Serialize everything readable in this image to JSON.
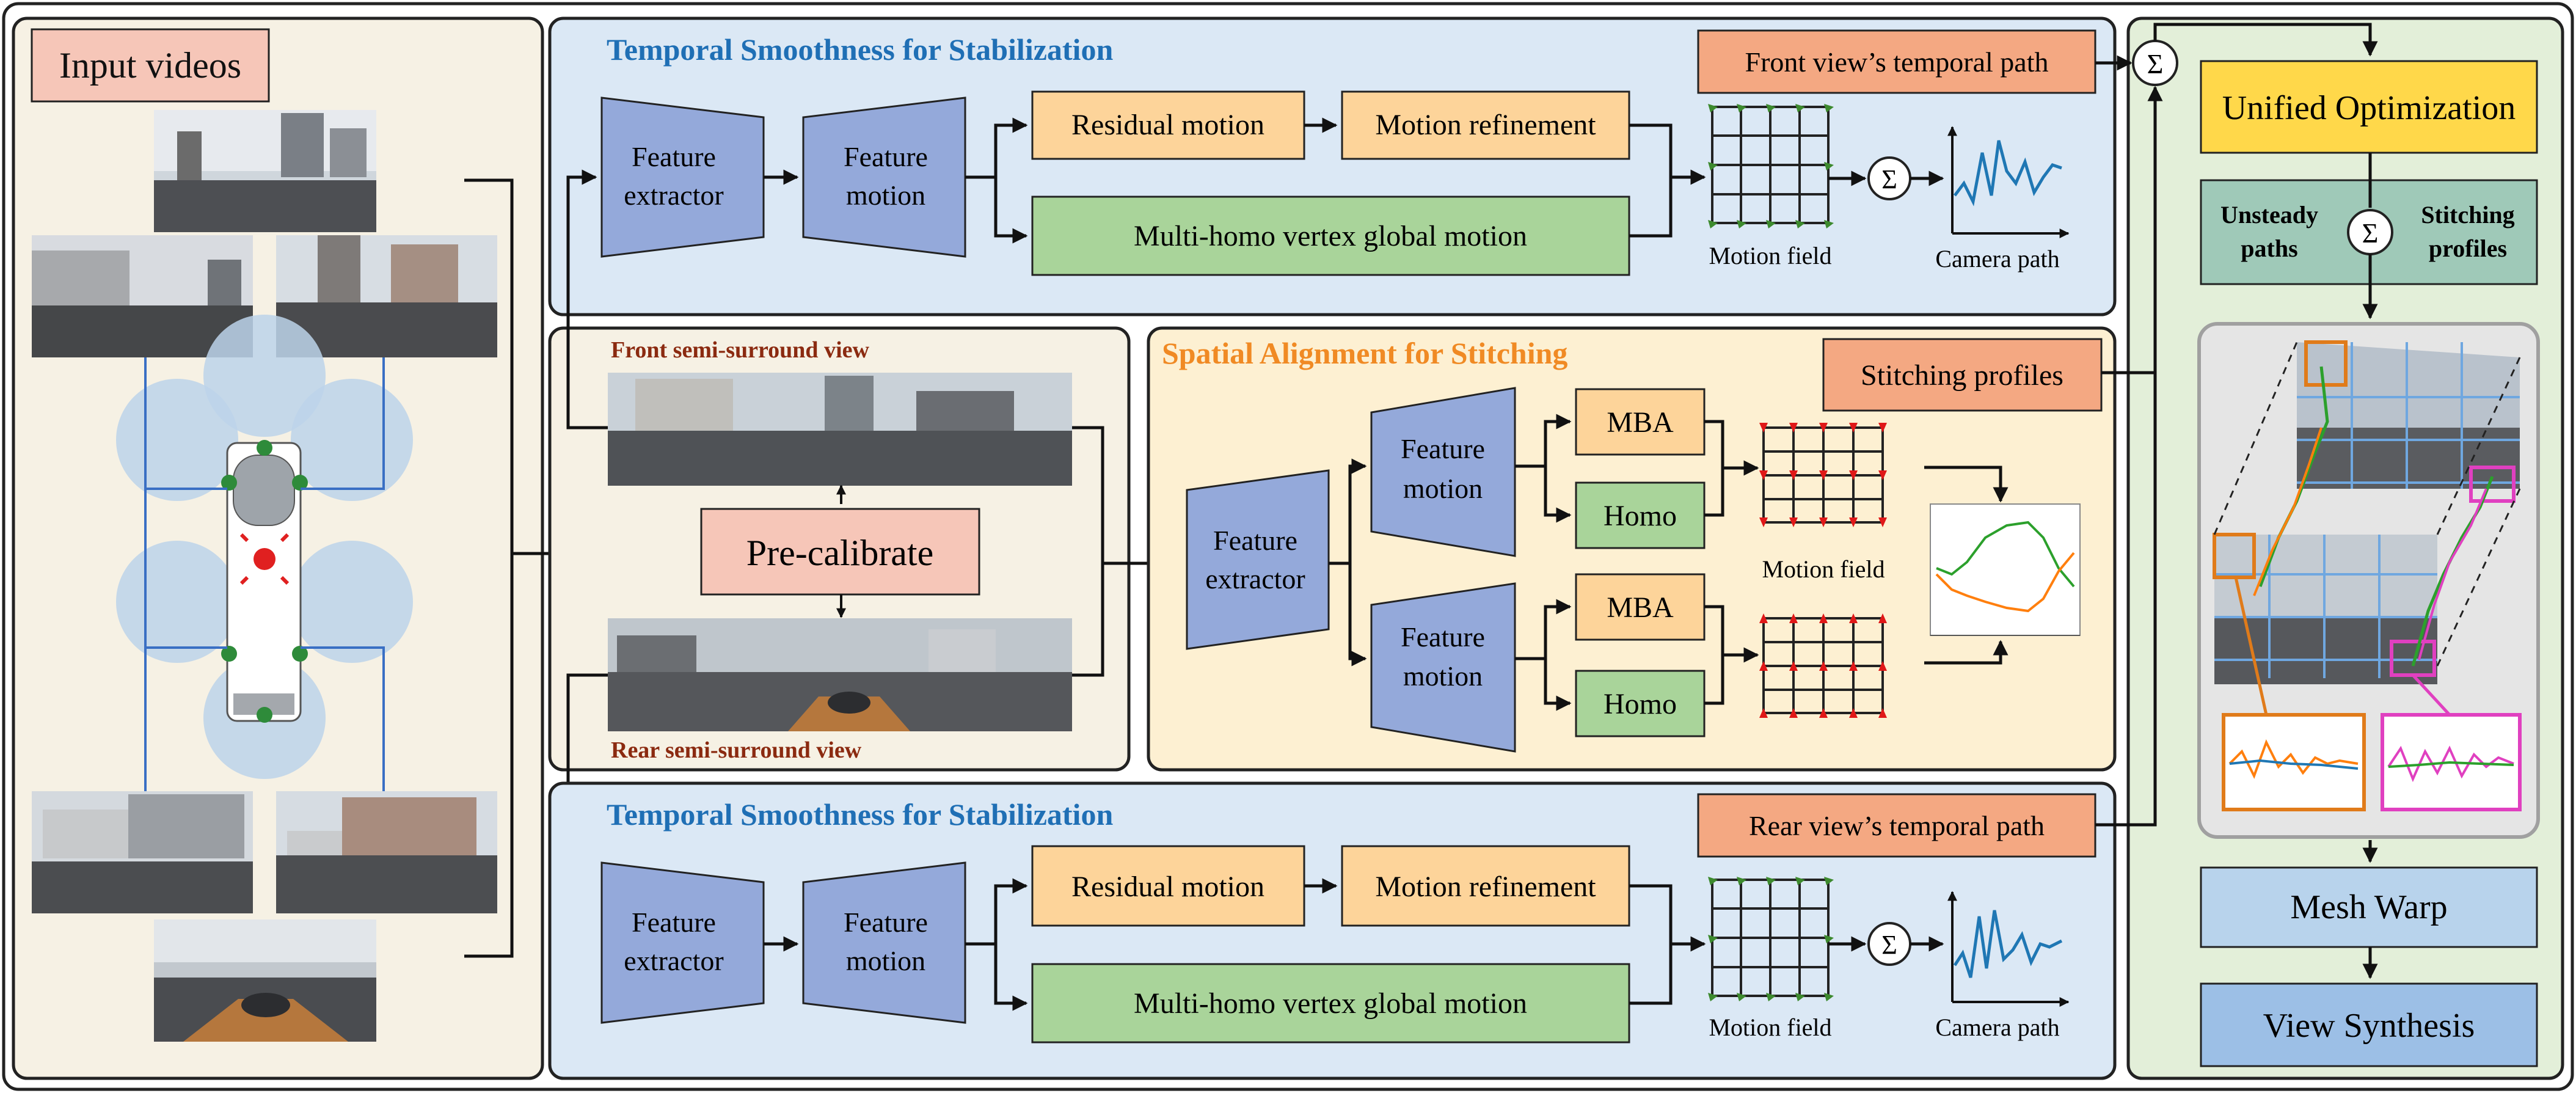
{
  "input": {
    "title": "Input videos"
  },
  "temporal_top": {
    "title": "Temporal Smoothness for Stabilization",
    "feature_extractor": [
      "Feature",
      "extractor"
    ],
    "feature_motion": [
      "Feature",
      "motion"
    ],
    "residual_motion": "Residual motion",
    "motion_refinement": "Motion refinement",
    "global_motion": "Multi-homo vertex global motion",
    "motion_field": "Motion field",
    "camera_path": "Camera path",
    "temporal_path": "Front view’s temporal path"
  },
  "temporal_bottom": {
    "title": "Temporal Smoothness for Stabilization",
    "feature_extractor": [
      "Feature",
      "extractor"
    ],
    "feature_motion": [
      "Feature",
      "motion"
    ],
    "residual_motion": "Residual motion",
    "motion_refinement": "Motion refinement",
    "global_motion": "Multi-homo vertex global motion",
    "motion_field": "Motion field",
    "camera_path": "Camera path",
    "temporal_path": "Rear view’s temporal path"
  },
  "calibration": {
    "front_label": "Front semi-surround view",
    "rear_label": "Rear semi-surround view",
    "pre_calibrate": "Pre-calibrate"
  },
  "spatial": {
    "title": "Spatial Alignment for Stitching",
    "stitching_profiles": "Stitching profiles",
    "feature_extractor": [
      "Feature",
      "extractor"
    ],
    "feature_motion": [
      "Feature",
      "motion"
    ],
    "mba": "MBA",
    "homo": "Homo",
    "motion_field": "Motion field"
  },
  "optimization": {
    "unified": "Unified Optimization",
    "unsteady": [
      "Unsteady",
      "paths"
    ],
    "stitching": [
      "Stitching",
      "profiles"
    ],
    "mesh_warp": "Mesh Warp",
    "view_synthesis": "View Synthesis",
    "sum_symbol": "Σ"
  },
  "colors": {
    "panel_input": "#f6f1e4",
    "panel_temporal": "#dbe8f5",
    "panel_spatial": "#fdf0d2",
    "panel_opt": "#e3efd9",
    "blue_title": "#1f6fb5",
    "orange_title": "#f08a24",
    "dark_red_label": "#8b2a10",
    "trapezoid": "#94a9da",
    "orange_box": "#fdd49a",
    "green_box": "#a9d49a",
    "salmon_box": "#f4a882",
    "pink_box": "#f6c6b8",
    "yellow_box": "#ffd84a",
    "teal_box": "#9fc9b8",
    "light_blue_box": "#b8d3ec",
    "blue_box": "#9cbfe6"
  }
}
